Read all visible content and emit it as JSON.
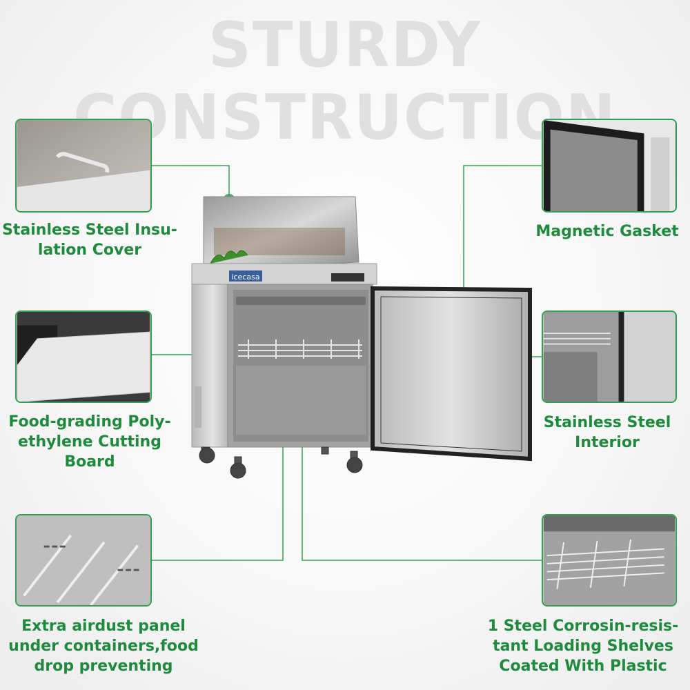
{
  "title": "STURDY CONSTRUCTION",
  "brand_logo": "icecasa",
  "colors": {
    "accent": "#2fa24f",
    "label": "#1e8b3c",
    "title": "#e0e0e0"
  },
  "features": [
    {
      "id": "insulation-cover",
      "lines": [
        "Stainless Steel Insu-",
        "lation Cover"
      ]
    },
    {
      "id": "cutting-board",
      "lines": [
        "Food-grading Poly-",
        "ethylene Cutting",
        "Board"
      ]
    },
    {
      "id": "airdust-panel",
      "lines": [
        "Extra airdust panel",
        "under containers,food",
        "drop preventing"
      ]
    },
    {
      "id": "magnetic-gasket",
      "lines": [
        "Magnetic Gasket"
      ]
    },
    {
      "id": "steel-interior",
      "lines": [
        "Stainless Steel",
        "Interior"
      ]
    },
    {
      "id": "loading-shelves",
      "lines": [
        "1 Steel Corrosin-resis-",
        "tant Loading Shelves",
        "Coated With Plastic"
      ]
    }
  ]
}
